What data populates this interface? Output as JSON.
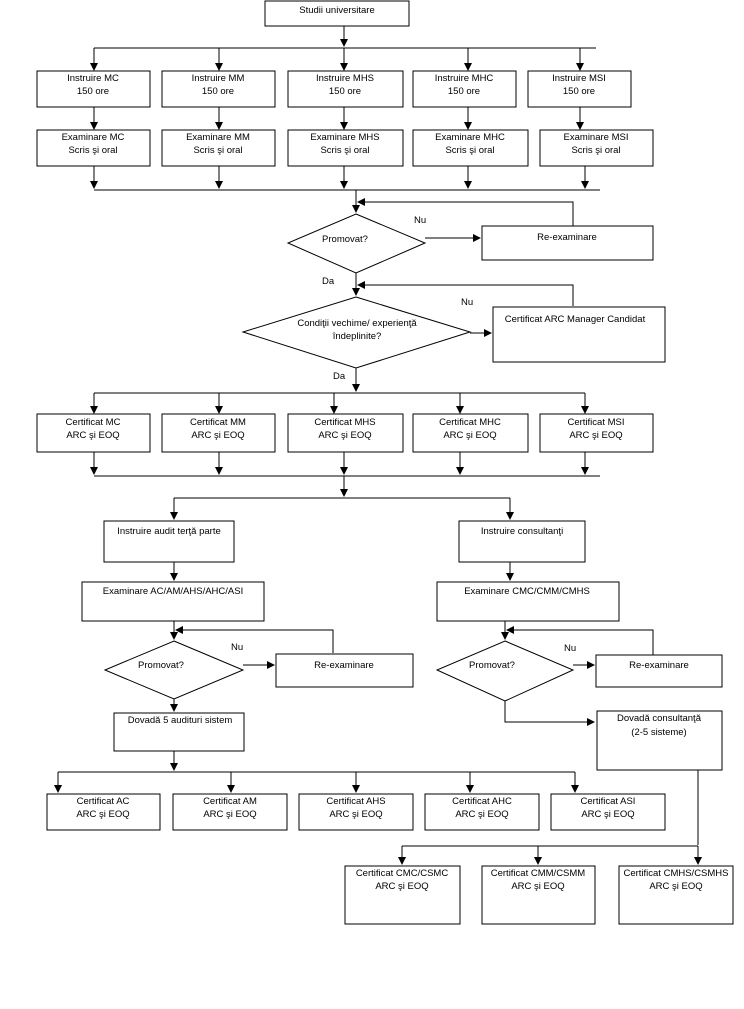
{
  "diagram": {
    "start": "Studii universitare",
    "training": [
      {
        "l1": "Instruire MC",
        "l2": "150 ore"
      },
      {
        "l1": "Instruire MM",
        "l2": "150 ore"
      },
      {
        "l1": "Instruire MHS",
        "l2": "150 ore"
      },
      {
        "l1": "Instruire MHC",
        "l2": "150 ore"
      },
      {
        "l1": "Instruire MSI",
        "l2": "150 ore"
      }
    ],
    "exams": [
      {
        "l1": "Examinare MC",
        "l2": "Scris şi oral"
      },
      {
        "l1": "Examinare MM",
        "l2": "Scris şi oral"
      },
      {
        "l1": "Examinare MHS",
        "l2": "Scris şi oral"
      },
      {
        "l1": "Examinare MHC",
        "l2": "Scris şi oral"
      },
      {
        "l1": "Examinare MSI",
        "l2": "Scris şi oral"
      }
    ],
    "promoted": "Promovat?",
    "no": "Nu",
    "yes": "Da",
    "reexam": "Re-examinare",
    "conditions_l1": "Condiţii vechime/ experienţă",
    "conditions_l2": "îndeplinite?",
    "candidate_cert": "Certificat ARC Manager Candidat",
    "certs": [
      {
        "l1": "Certificat MC",
        "l2": "ARC şi EOQ"
      },
      {
        "l1": "Certificat MM",
        "l2": "ARC şi EOQ"
      },
      {
        "l1": "Certificat MHS",
        "l2": "ARC şi EOQ"
      },
      {
        "l1": "Certificat MHC",
        "l2": "ARC şi EOQ"
      },
      {
        "l1": "Certificat MSI",
        "l2": "ARC şi EOQ"
      }
    ],
    "audit_training": "Instruire audit terţă parte",
    "consult_training": "Instruire consultanţi",
    "audit_exam": "Examinare AC/AM/AHS/AHC/ASI",
    "consult_exam": "Examinare CMC/CMM/CMHS",
    "audit_proof": "Dovadă 5 audituri sistem",
    "consult_proof_l1": "Dovadă consultanţă",
    "consult_proof_l2": "(2-5 sisteme)",
    "audit_certs": [
      {
        "l1": "Certificat AC",
        "l2": "ARC şi EOQ"
      },
      {
        "l1": "Certificat AM",
        "l2": "ARC şi EOQ"
      },
      {
        "l1": "Certificat AHS",
        "l2": "ARC şi EOQ"
      },
      {
        "l1": "Certificat AHC",
        "l2": "ARC şi EOQ"
      },
      {
        "l1": "Certificat ASI",
        "l2": "ARC şi EOQ"
      }
    ],
    "consult_certs": [
      {
        "l1": "Certificat CMC/CSMC",
        "l2": "ARC şi EOQ"
      },
      {
        "l1": "Certificat CMM/CSMM",
        "l2": "ARC şi EOQ"
      },
      {
        "l1": "Certificat CMHS/CSMHS",
        "l2": "ARC şi EOQ"
      }
    ]
  }
}
